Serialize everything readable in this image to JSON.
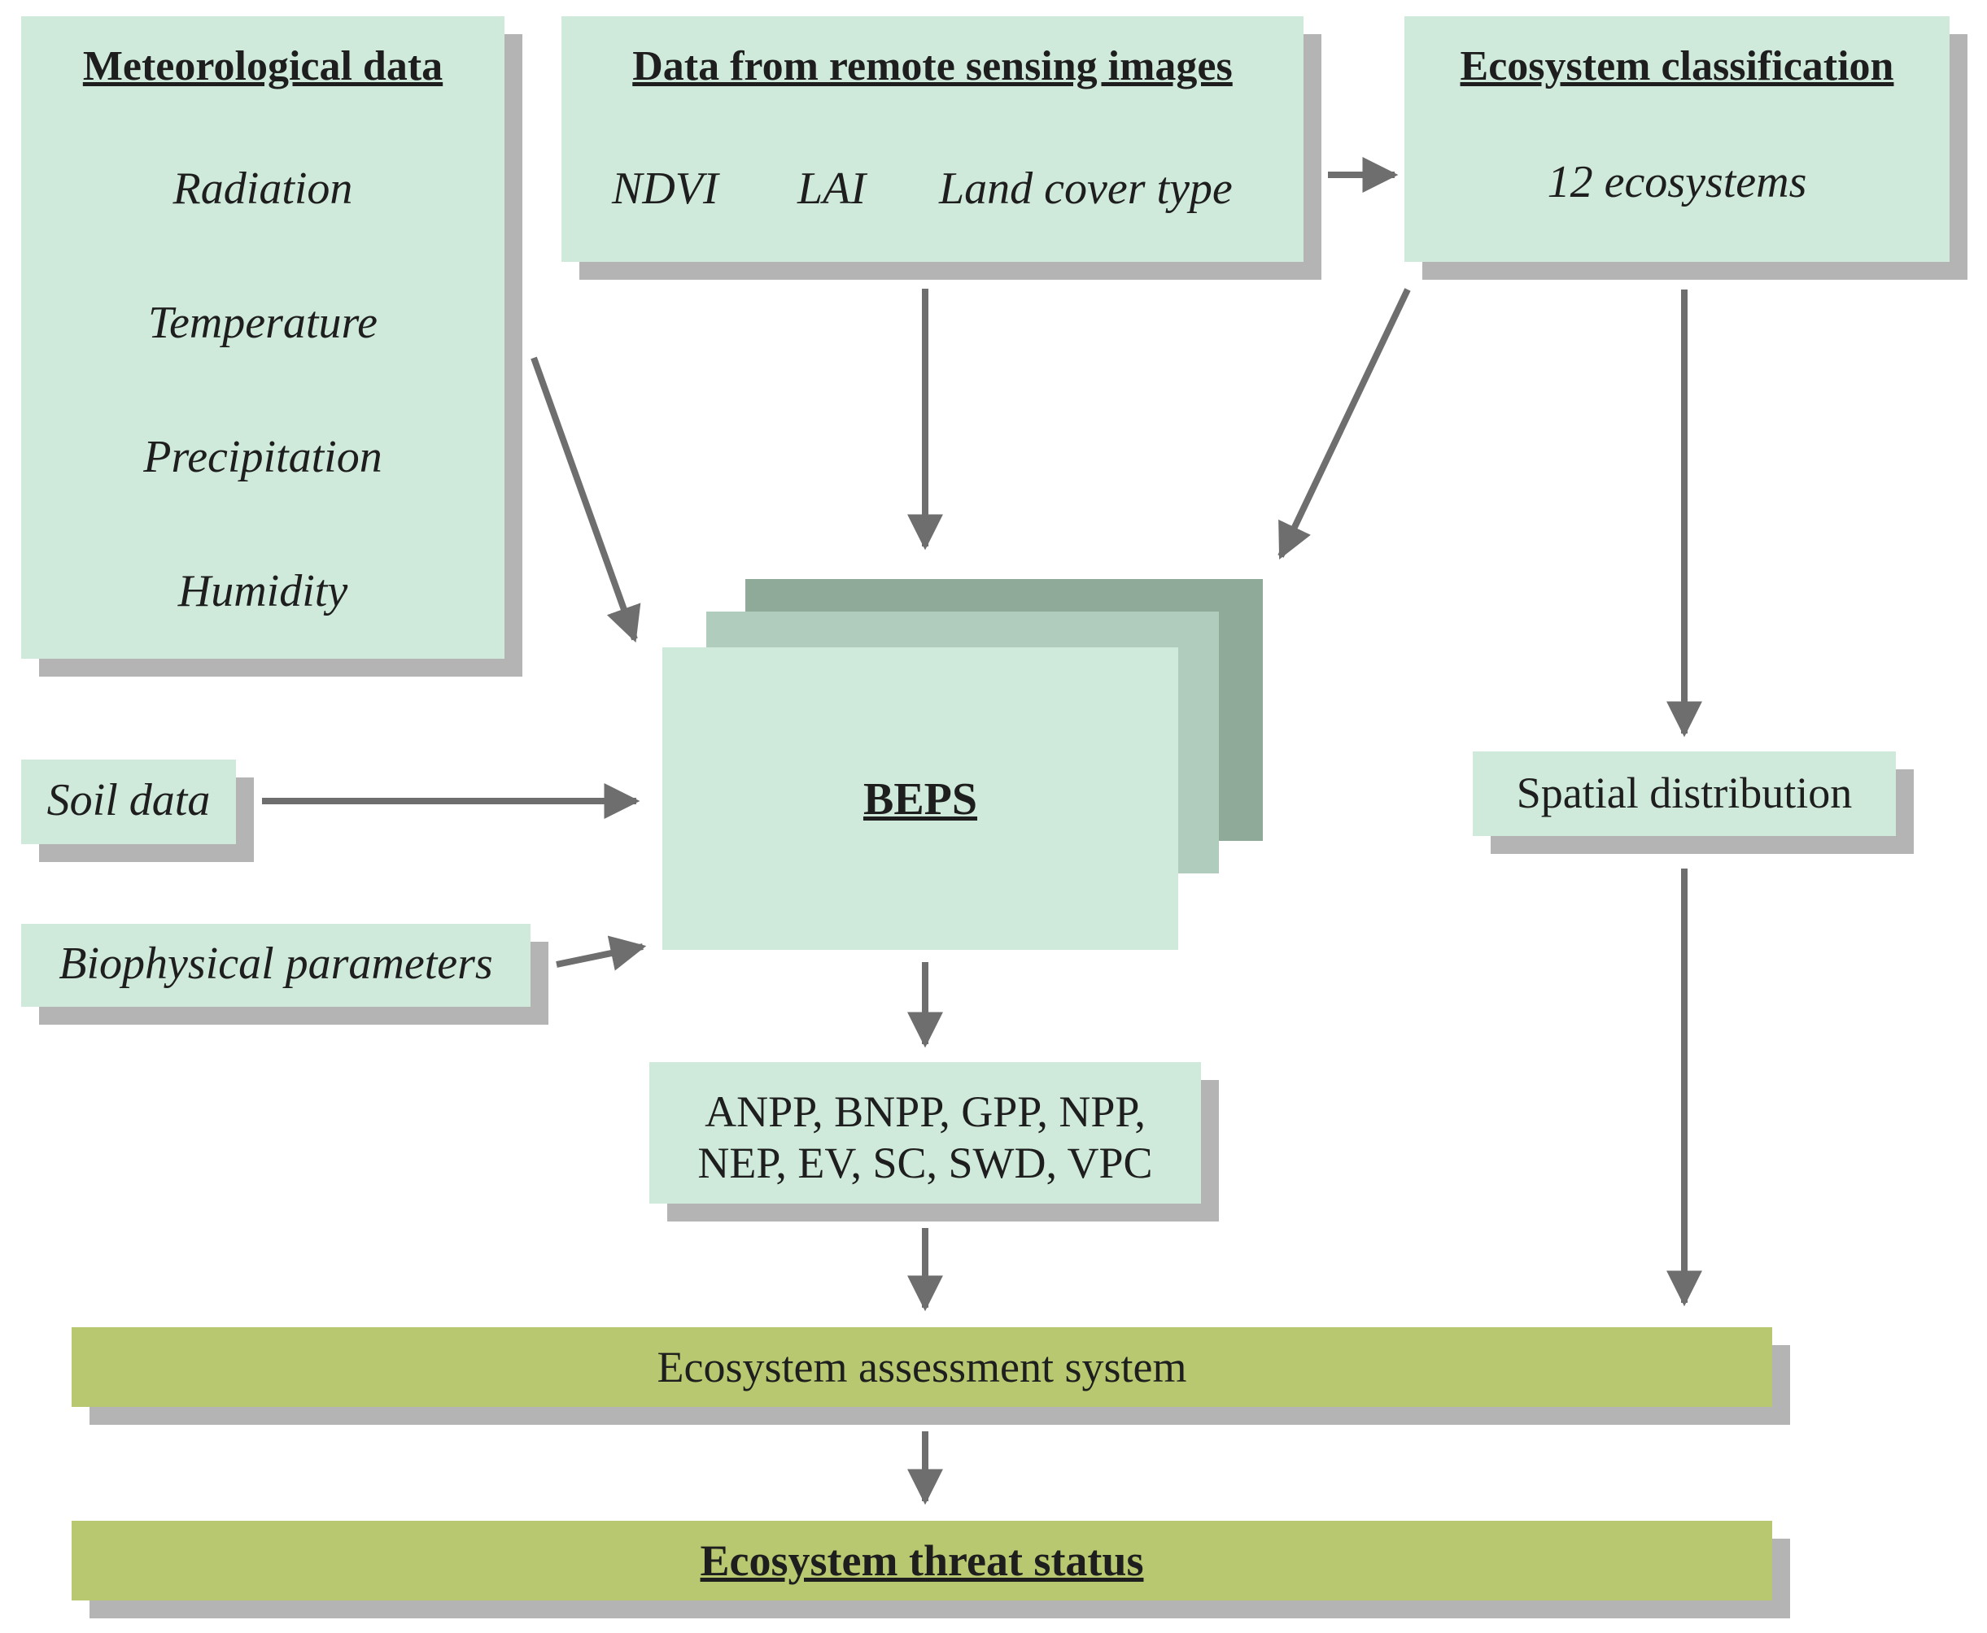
{
  "meteorological": {
    "title": "Meteorological data",
    "items": [
      "Radiation",
      "Temperature",
      "Precipitation",
      "Humidity"
    ]
  },
  "remote_sensing": {
    "title": "Data from remote sensing images",
    "items": [
      "NDVI",
      "LAI",
      "Land cover type"
    ]
  },
  "ecosystem_classification": {
    "title": "Ecosystem classification",
    "subtitle": "12 ecosystems"
  },
  "beps": {
    "label": "BEPS"
  },
  "soil": {
    "label": "Soil data"
  },
  "biophysical": {
    "label": "Biophysical parameters"
  },
  "spatial": {
    "label": "Spatial distribution"
  },
  "outputs": {
    "line1": "ANPP, BNPP, GPP, NPP,",
    "line2": "NEP, EV, SC, SWD, VPC"
  },
  "assessment": {
    "label": "Ecosystem assessment system"
  },
  "threat": {
    "label": "Ecosystem threat status"
  },
  "colors": {
    "box_fill": "#cfeadb",
    "box_shadow": "#b4b4b4",
    "olive_bar": "#b8c870",
    "stack_mid": "#b0ccbc",
    "stack_back": "#8faa98",
    "arrow": "#6e6e6e"
  }
}
